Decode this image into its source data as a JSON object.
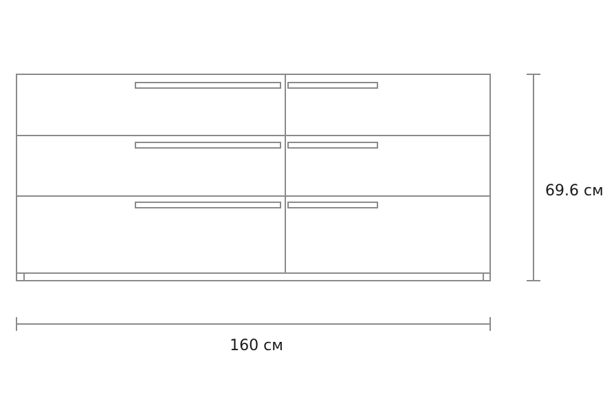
{
  "diagram": {
    "type": "dresser-dimension-drawing",
    "drawers": {
      "rows": 3,
      "columns": 2
    },
    "dimensions": {
      "width_label": "160 см",
      "height_label": "69.6 см"
    },
    "colors": {
      "outline": "#8a8a8a",
      "dimension_line": "#8a8a8a",
      "text": "#1a1a1a"
    }
  }
}
